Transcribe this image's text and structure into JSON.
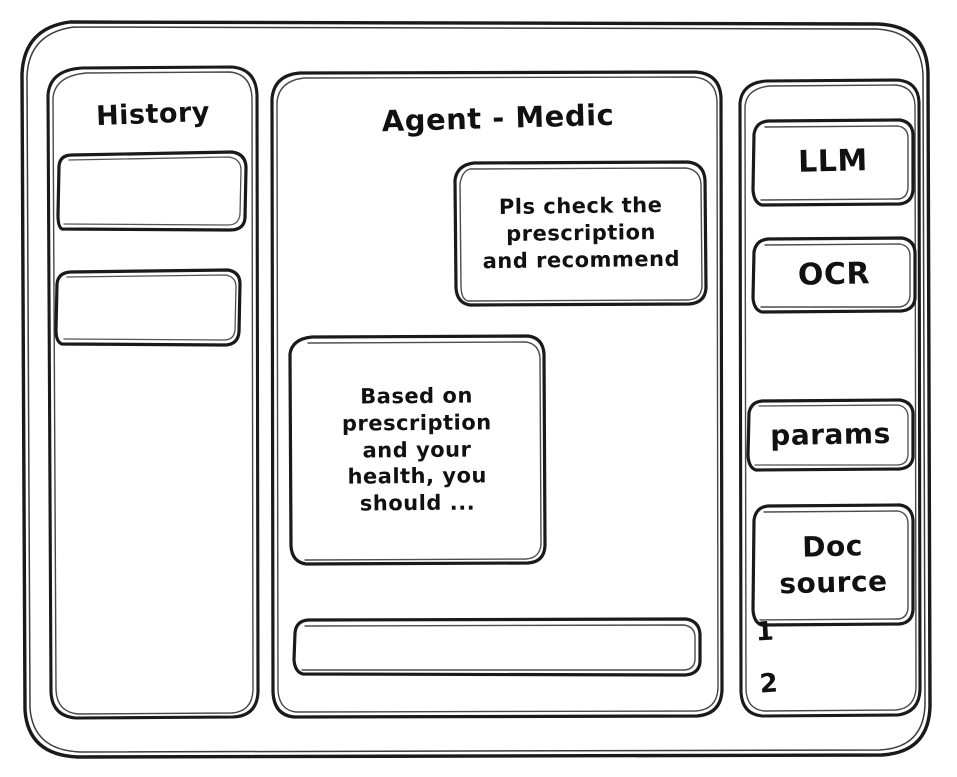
{
  "frame": {
    "name": "window-frame"
  },
  "history": {
    "title": "History",
    "items": [
      {
        "label": ""
      },
      {
        "label": ""
      }
    ]
  },
  "main": {
    "title": "Agent - Medic",
    "messages": [
      {
        "role": "user",
        "text": "Pls check the\nprescription\nand recommend"
      },
      {
        "role": "assistant",
        "text": "Based on\nprescription\nand your\nhealth, you\nshould ..."
      }
    ],
    "composer": {
      "value": "",
      "placeholder": ""
    }
  },
  "tools": {
    "buttons": [
      {
        "label": "LLM"
      },
      {
        "label": "OCR"
      },
      {
        "label": "params"
      },
      {
        "label": "Doc\nsource"
      }
    ],
    "doc_refs": [
      {
        "label": "1"
      },
      {
        "label": "2"
      }
    ]
  },
  "style": {
    "stroke": "#1a1a1a",
    "background": "#ffffff"
  }
}
